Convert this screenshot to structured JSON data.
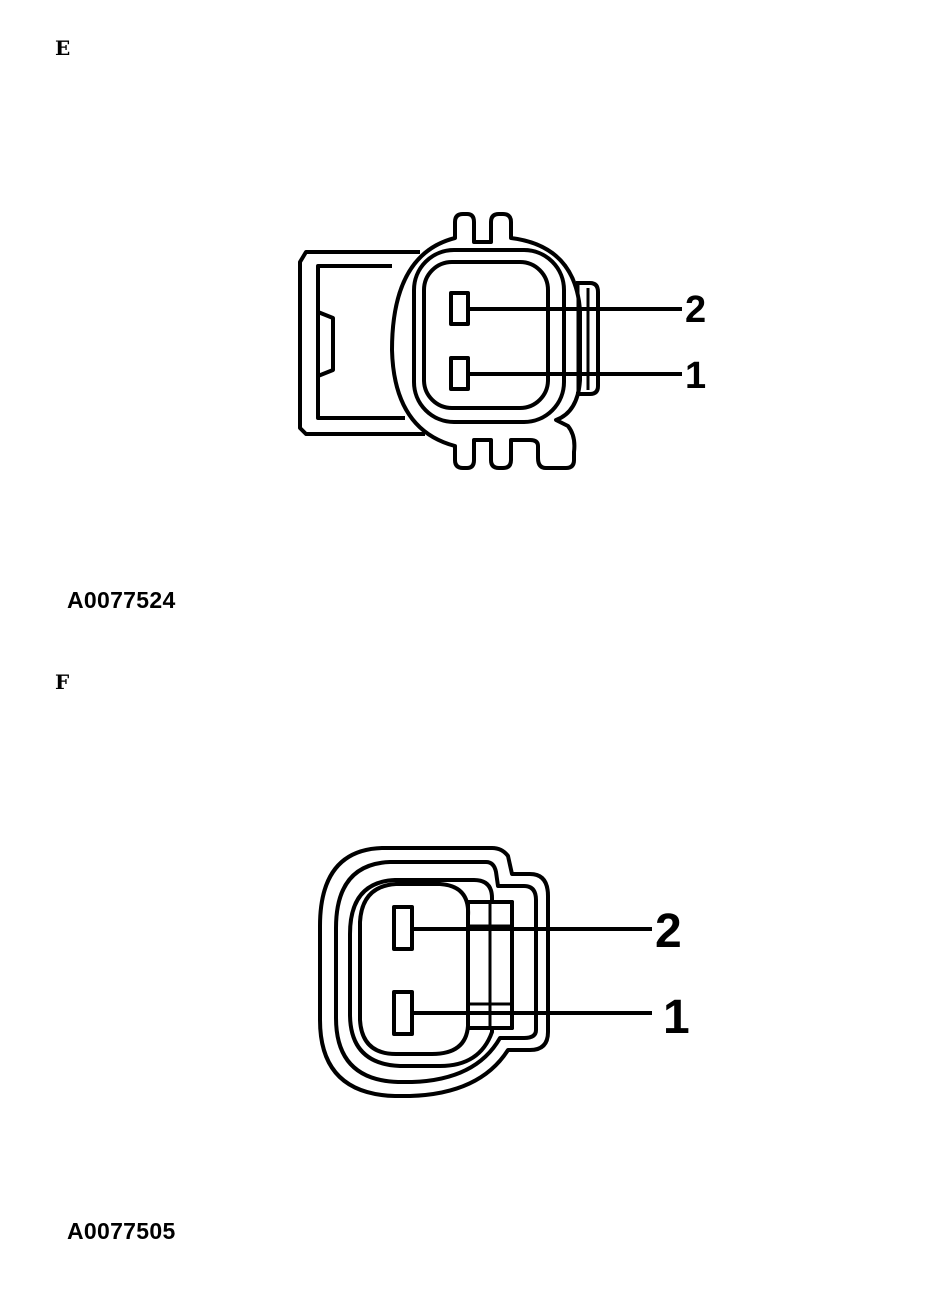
{
  "panels": [
    {
      "letter": "E",
      "ref_code": "A0077524",
      "pins": [
        {
          "label": "2"
        },
        {
          "label": "1"
        }
      ]
    },
    {
      "letter": "F",
      "ref_code": "A0077505",
      "pins": [
        {
          "label": "2"
        },
        {
          "label": "1"
        }
      ]
    }
  ],
  "colors": {
    "line": "#000000",
    "background": "#ffffff"
  }
}
